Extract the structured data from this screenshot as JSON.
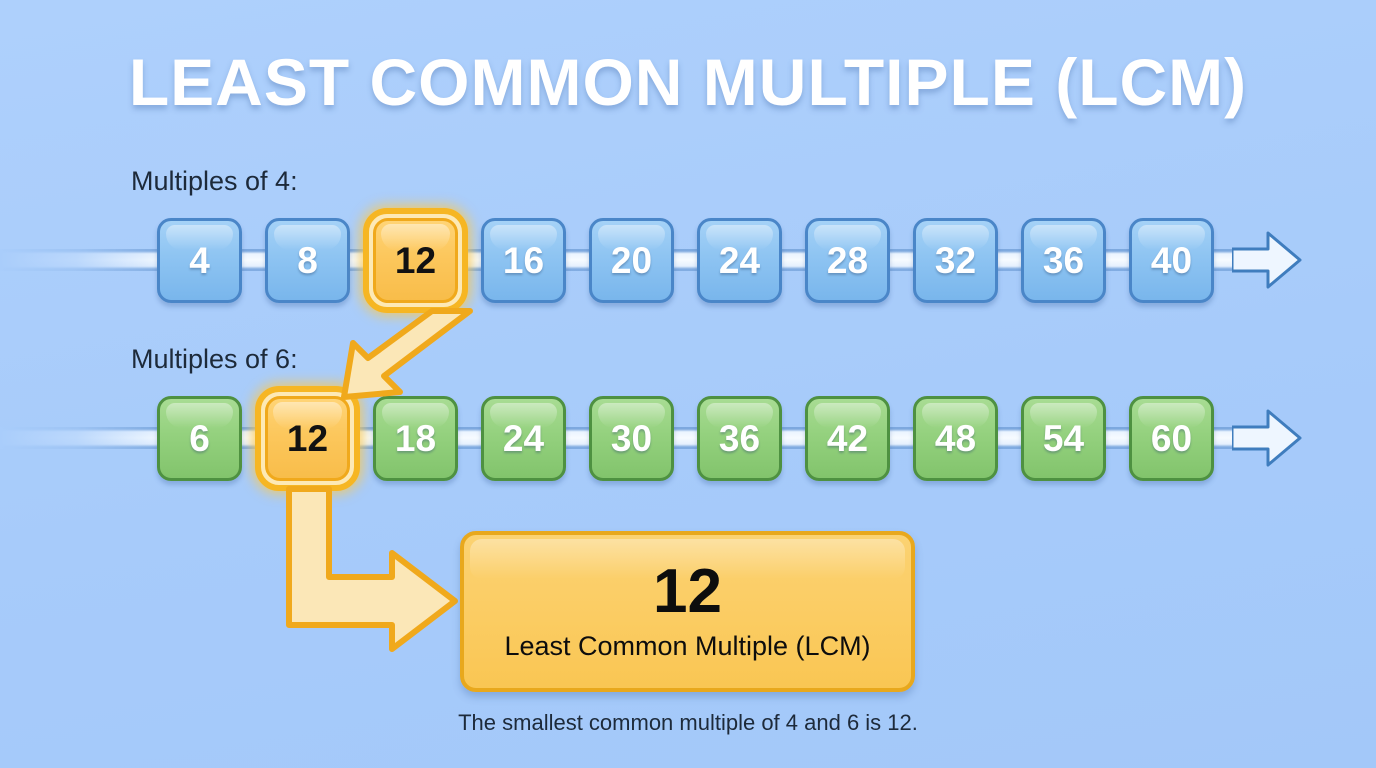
{
  "title": "LEAST COMMON MULTIPLE (LCM)",
  "rows": [
    {
      "label": "Multiples of 4:",
      "color": "blue",
      "box_fill": "#8ec4f2",
      "box_border": "#4a86c8",
      "values": [
        "4",
        "8",
        "12",
        "16",
        "20",
        "24",
        "28",
        "32",
        "36",
        "40"
      ],
      "highlight_value": "12",
      "highlight_index": 2
    },
    {
      "label": "Multiples of 6:",
      "color": "green",
      "box_fill": "#94d17e",
      "box_border": "#4e9141",
      "values": [
        "6",
        "12",
        "18",
        "24",
        "30",
        "36",
        "42",
        "48",
        "54",
        "60"
      ],
      "highlight_value": "12",
      "highlight_index": 1
    }
  ],
  "result": {
    "number": "12",
    "caption": "Least Common Multiple (LCM)",
    "fill": "#fbcc62",
    "border": "#e8a81d"
  },
  "footnote": "The smallest common multiple of 4 and 6 is 12.",
  "colors": {
    "background": "#a9cdfb",
    "title_text": "#ffffff",
    "label_text": "#1d2a3a",
    "highlight_ring": "#f6b623",
    "highlight_fill": "#fcc75c",
    "connector_stroke": "#f0a91c",
    "connector_fill": "#fde9b5"
  }
}
